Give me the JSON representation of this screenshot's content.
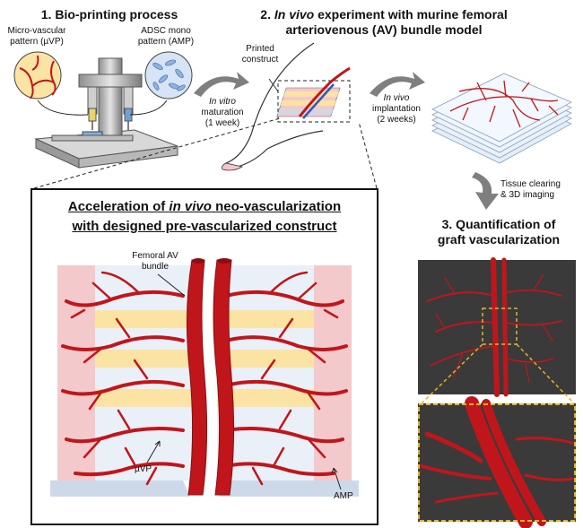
{
  "step1": {
    "title": "1. Bio-printing process",
    "label_uvp_line1": "Micro-vascular",
    "label_uvp_line2": "pattern (µVP)",
    "label_amp_line1": "ADSC mono",
    "label_amp_line2": "pattern (AMP)"
  },
  "arrow1": {
    "line1": "In vitro",
    "line2": "maturation",
    "line3": "(1 week)"
  },
  "step2": {
    "title_prefix": "2.",
    "title_italic": "In vivo",
    "title_rest": "experiment with murine femoral",
    "title_line2": "arteriovenous (AV) bundle model",
    "printed_line1": "Printed",
    "printed_line2": "construct"
  },
  "arrow2": {
    "line1": "In vivo",
    "line2": "implantation",
    "line3": "(2 weeks)"
  },
  "arrow3": {
    "line1": "Tissue clearing",
    "line2": "& 3D imaging"
  },
  "step3": {
    "title_line1": "3. Quantification of",
    "title_line2": "graft vascularization"
  },
  "panel": {
    "title_pre": "Acceleration of",
    "title_italic": "in vivo",
    "title_post": "neo-vascularization",
    "title_line2": "with designed pre-vascularized construct",
    "label_av_line1": "Femoral AV",
    "label_av_line2": "bundle",
    "label_uvp": "µVP",
    "label_amp": "AMP"
  },
  "colors": {
    "vessel": "#c0161b",
    "vessel_dark": "#8a0d10",
    "pink_region": "#f4c9cc",
    "yellow_band": "#fbe3a3",
    "base_blue": "#cdd9e8",
    "dark_bg": "#3a3a3a",
    "dashed_yellow": "#d9a81e"
  }
}
